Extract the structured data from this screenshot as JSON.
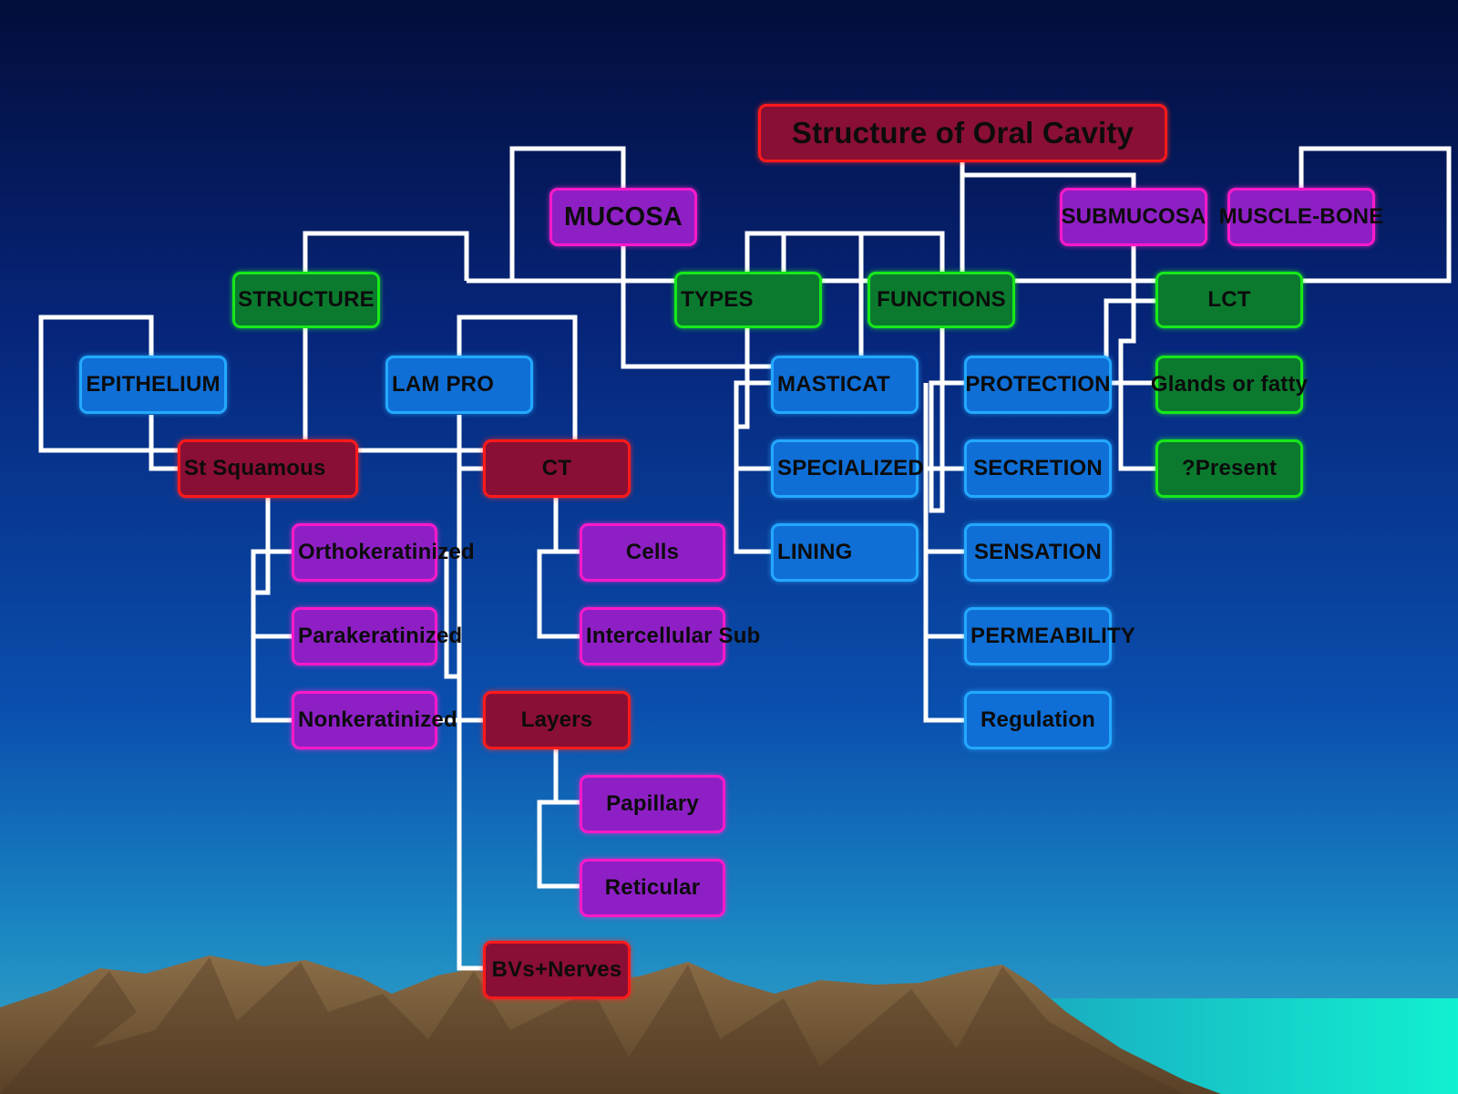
{
  "title": "Structure of Oral Cavity",
  "colors": {
    "red_fill": "#8a0f35",
    "red_border": "#ff1a1a",
    "magenta_fill": "#8e1fc5",
    "magenta_border": "#ff19c8",
    "green_fill": "#0b7a2f",
    "green_border": "#17e81a",
    "blue_fill": "#0f6fd6",
    "blue_border": "#23a8ff",
    "connector": "#ffffff"
  },
  "nodes": {
    "title": "Structure of Oral Cavity",
    "mucosa": "MUCOSA",
    "submucosa": "SUBMUCOSA",
    "muscle_bone": "MUSCLE-BONE",
    "structure": "STRUCTURE",
    "types": "TYPES",
    "functions": "FUNCTIONS",
    "lct": "LCT",
    "epithelium": "EPITHELIUM",
    "lam_pro": "LAM PRO",
    "masticat": "MASTICAT",
    "specialized": "SPECIALIZED",
    "lining": "LINING",
    "protection": "PROTECTION",
    "secretion": "SECRETION",
    "sensation": "SENSATION",
    "permeability": "PERMEABILITY",
    "regulation": "Regulation",
    "glands": "Glands or fatty",
    "present": "?Present",
    "st_squamous": "St Squamous",
    "ct": "CT",
    "ortho": "Orthokeratinized",
    "para": "Parakeratinized",
    "nonk": "Nonkeratinized",
    "cells": "Cells",
    "intercellular": "Intercellular Sub",
    "layers": "Layers",
    "papillary": "Papillary",
    "reticular": "Reticular",
    "bvs": "BVs+Nerves"
  }
}
